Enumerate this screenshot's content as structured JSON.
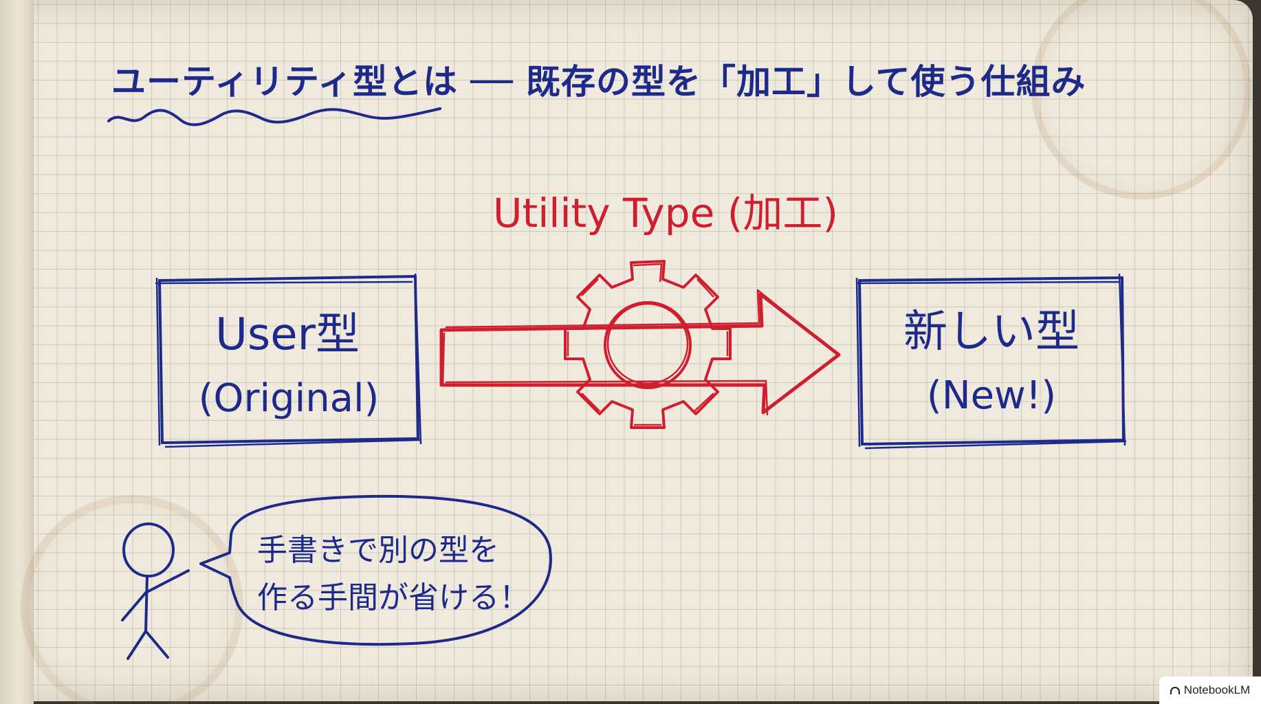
{
  "title": "ユーティリティ型とは ── 既存の型を「加工」して使う仕組み",
  "process_label": "Utility Type (加工)",
  "source_box": {
    "line1": "User型",
    "line2": "(Original)"
  },
  "target_box": {
    "line1": "新しい型",
    "line2": "(New!)"
  },
  "speech": {
    "line1": "手書きで別の型を",
    "line2": "作る手間が省ける！"
  },
  "watermark": "NotebookLM",
  "colors": {
    "ink_blue": "#1d2a8a",
    "ink_red": "#cf1f2e",
    "paper": "#efeadd"
  }
}
